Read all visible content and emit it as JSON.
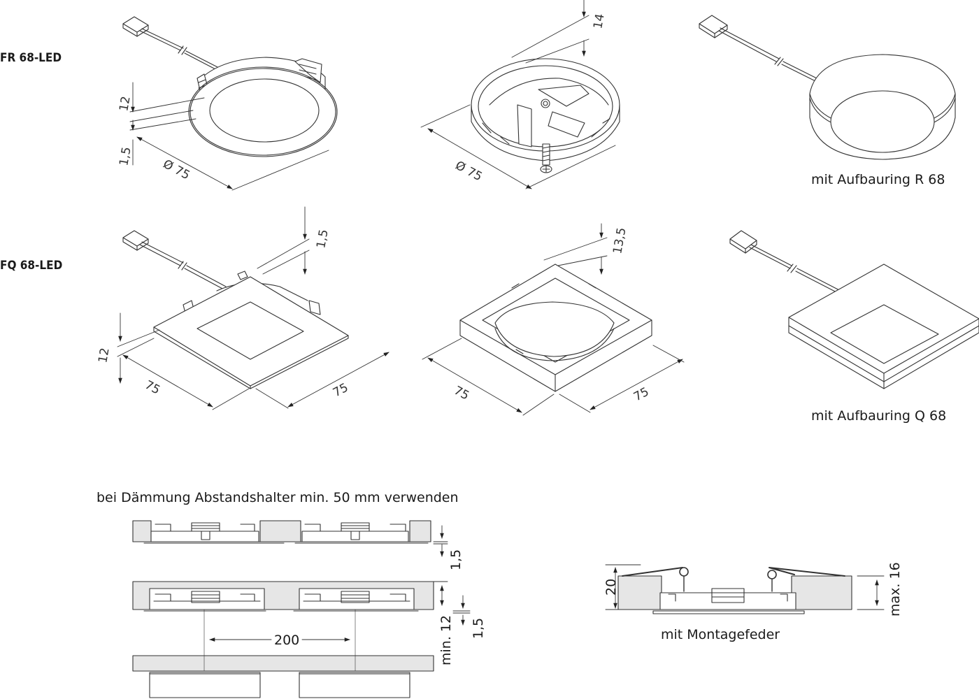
{
  "row_labels": {
    "fr": "FR 68-LED",
    "fq": "FQ 68-LED"
  },
  "captions": {
    "r68": "mit Aufbauring R 68",
    "q68": "mit Aufbauring Q 68",
    "insulation": "bei Dämmung Abstandshalter min. 50 mm verwenden",
    "spring": "mit Montagefeder"
  },
  "dimensions": {
    "fr_height": "12",
    "fr_flange": "1,5",
    "fr_diameter": "Ø 75",
    "ring_height": "14",
    "ring_diameter": "Ø 75",
    "fq_flange": "1,5",
    "fq_height": "12",
    "fq_width_a": "75",
    "fq_width_b": "75",
    "qring_height": "13,5",
    "qring_width_a": "75",
    "qring_width_b": "75",
    "sec1_flange": "1,5",
    "sec2_flange": "1,5",
    "sec2_min": "min. 12",
    "sec2_spacing": "200",
    "spring_panel": "20",
    "spring_max": "max. 16"
  }
}
